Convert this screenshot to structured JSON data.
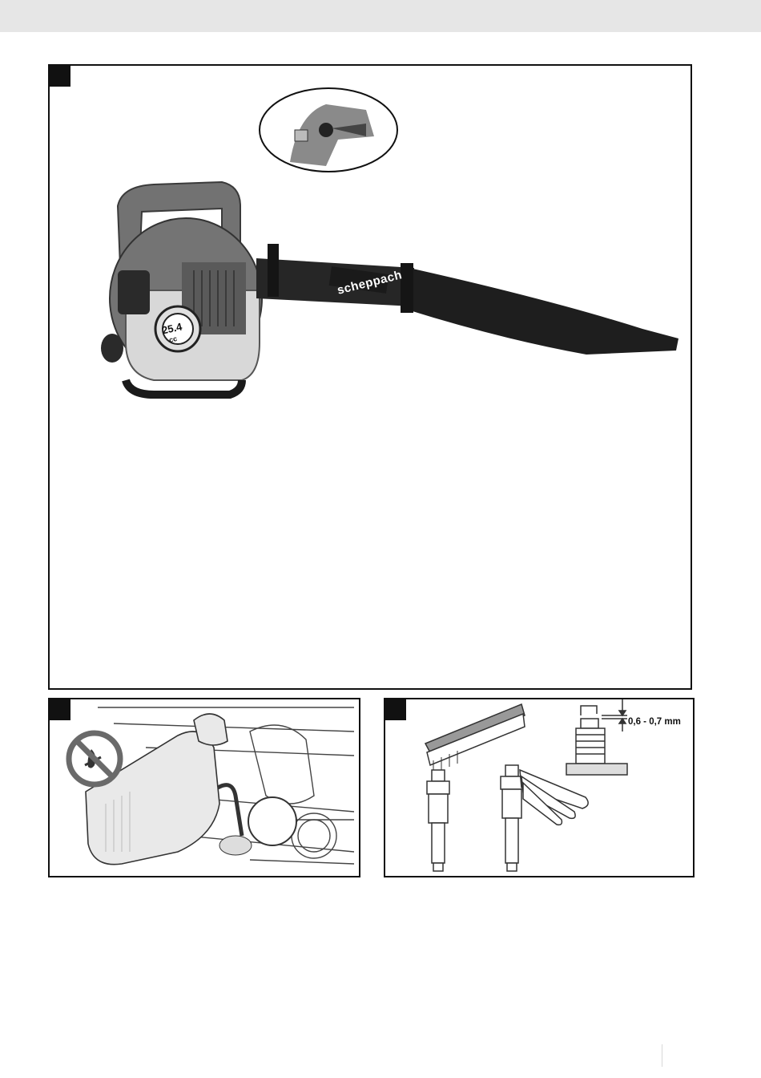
{
  "brand_label": "scheppach",
  "engine_badge": {
    "displacement": "25.4",
    "unit": "cc"
  },
  "spark_plug_gap_label": "0,6 - 0,7 mm",
  "icons": {
    "no_fire": "no-open-flame-icon",
    "arrow": "arrow-right-icon"
  },
  "colors": {
    "frame": "#111111",
    "band": "#e6e6e6",
    "machine": "#6f6f6f",
    "tube": "#222222"
  }
}
